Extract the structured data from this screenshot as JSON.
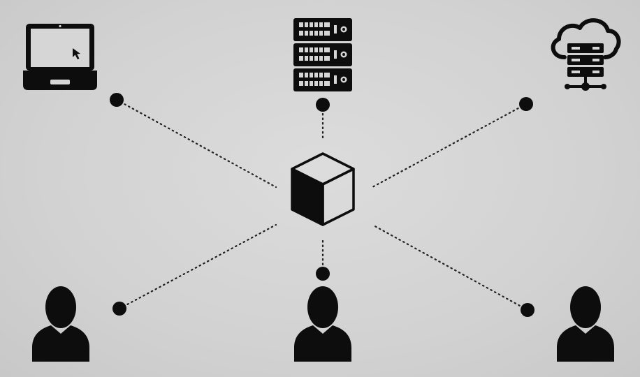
{
  "diagram": {
    "background": "#d4d4d4",
    "ink": "#111111",
    "hub": {
      "icon": "cube-icon"
    },
    "nodes": [
      {
        "id": "laptop",
        "icon": "laptop-icon"
      },
      {
        "id": "server-rack",
        "icon": "server-rack-icon"
      },
      {
        "id": "cloud-server",
        "icon": "cloud-server-icon"
      },
      {
        "id": "user-left",
        "icon": "user-icon"
      },
      {
        "id": "user-center",
        "icon": "user-icon"
      },
      {
        "id": "user-right",
        "icon": "user-icon"
      }
    ],
    "connector_style": "dotted"
  }
}
